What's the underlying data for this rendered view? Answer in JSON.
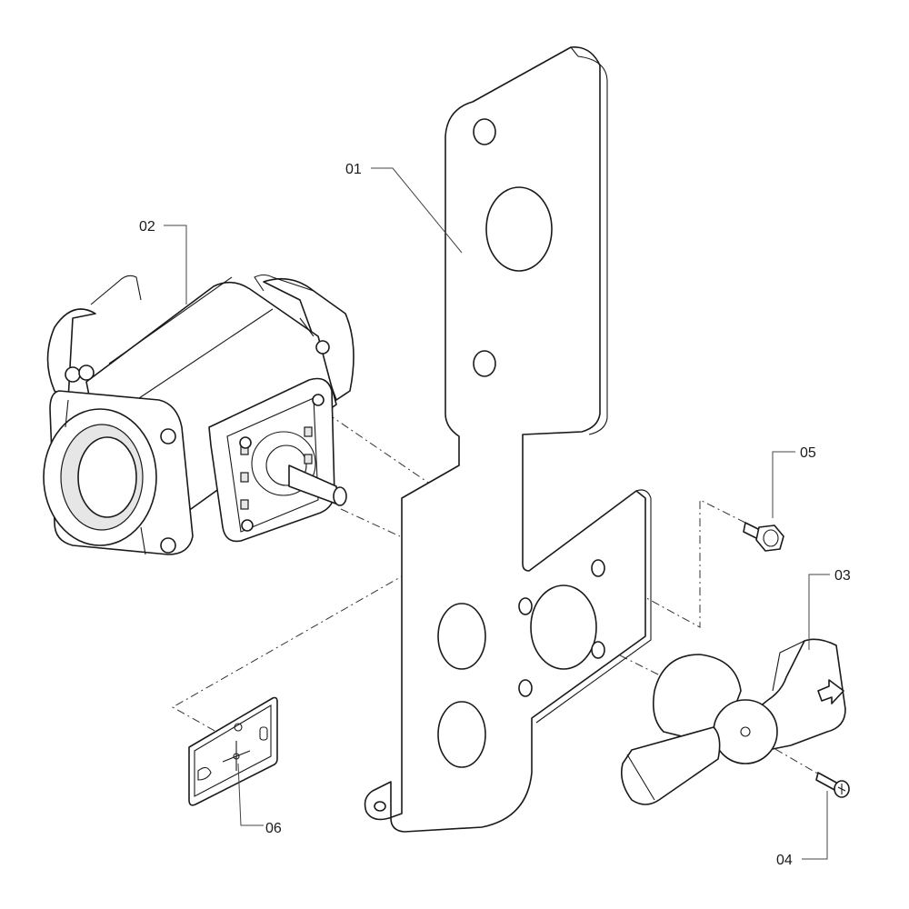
{
  "callouts": {
    "c01": "01",
    "c02": "02",
    "c03": "03",
    "c04": "04",
    "c05": "05",
    "c06": "06"
  },
  "colors": {
    "line": "#1a1a1a",
    "shade": "#e6e6e6",
    "background": "#ffffff"
  }
}
